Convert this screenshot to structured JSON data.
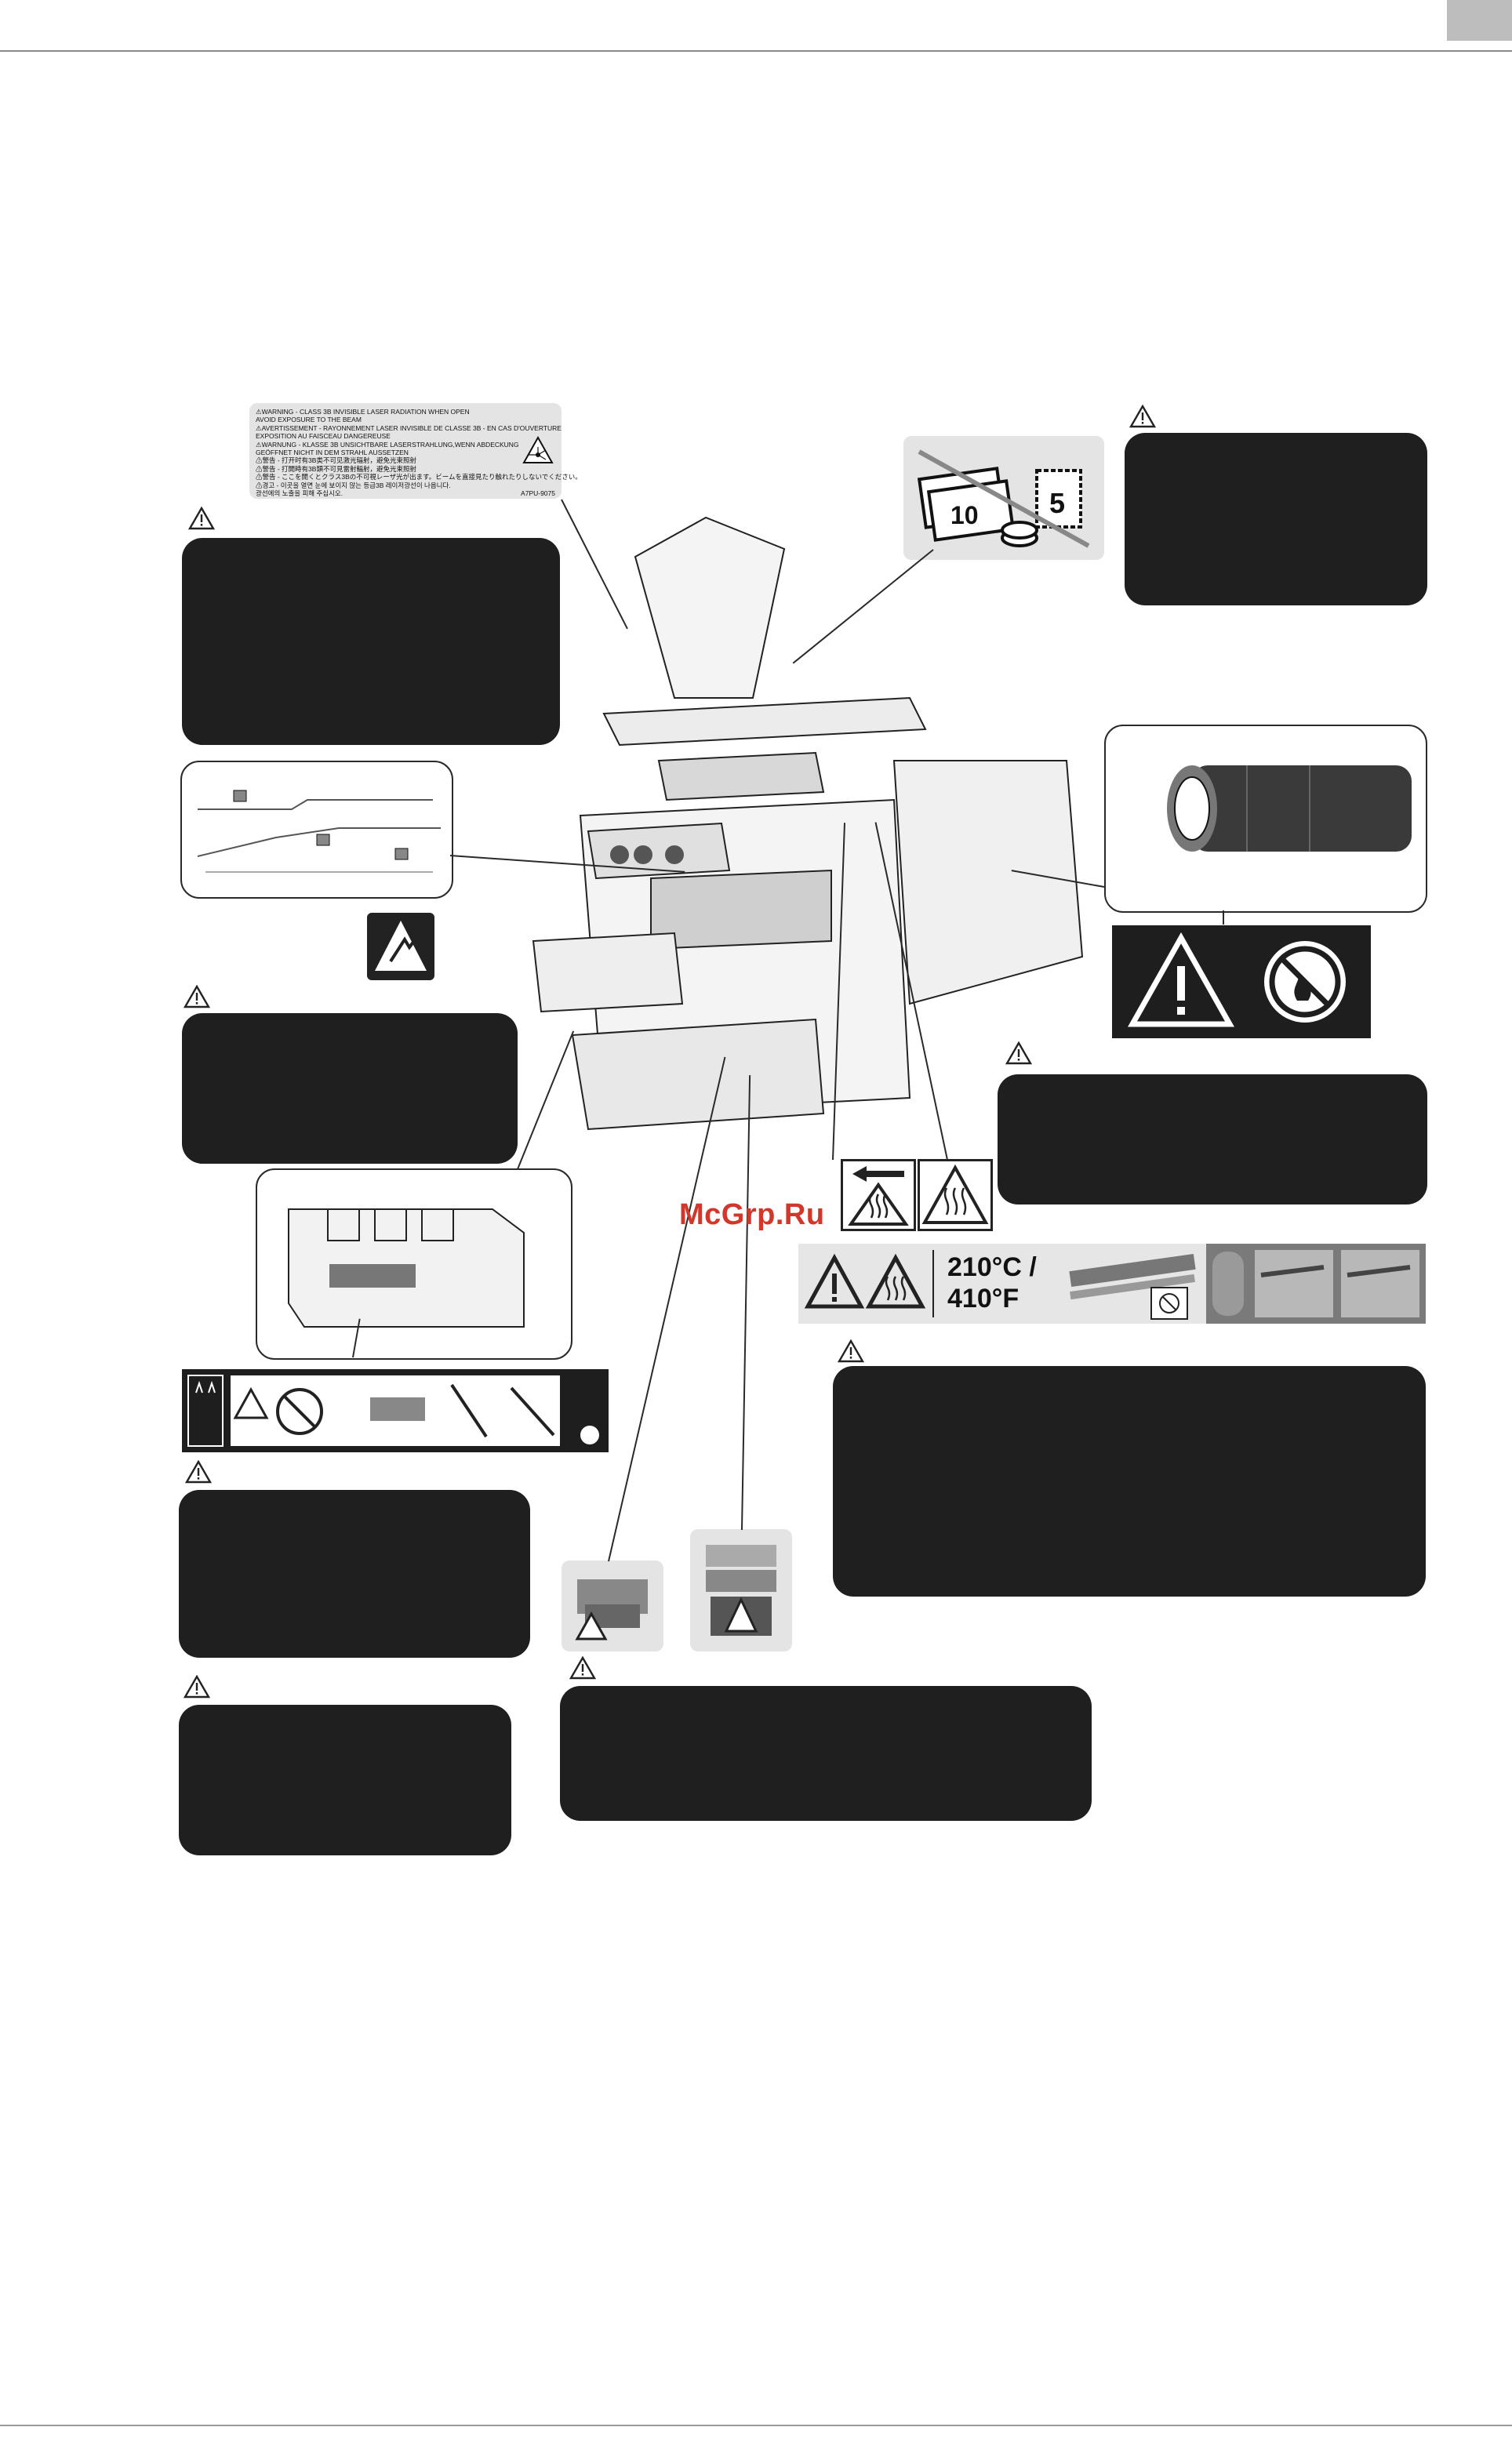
{
  "page": {
    "accent_color": "#bdbdbd",
    "warning_box_color": "#1f1f1f"
  },
  "laser_label": {
    "lines": [
      "⚠WARNING   - CLASS 3B INVISIBLE LASER RADIATION WHEN OPEN",
      "                      AVOID EXPOSURE TO THE BEAM",
      "⚠AVERTISSEMENT - RAYONNEMENT LASER INVISIBLE DE CLASSE 3B - EN CAS D'OUVERTURE",
      "                      EXPOSITION AU FAISCEAU DANGEREUSE",
      "⚠WARNUNG   - KLASSE 3B UNSICHTBARE LASERSTRAHLUNG,WENN ABDECKUNG",
      "                      GEÖFFNET NICHT IN DEM STRAHL AUSSETZEN",
      "⚠警告         - 打开时有3B类不可见激光辐射，避免光束照射",
      "⚠警告         - 打開時有3B類不可見雷射輻射，避免光束照射",
      "⚠警告         - ここを開くとクラス3Bの不可視レーザ光が出ます。ビームを直接見たり触れたりしないでください。",
      "⚠경고         - 이곳을 열면 눈에 보이지 않는 등급3B 레이저광선이 나옵니다.",
      "                      광선에의 노출을 피해 주십시오."
    ],
    "code": "A7PU-9075"
  },
  "fuser_label": {
    "temp_c": "210°C /",
    "temp_f": "410°F"
  },
  "watermark": "McGrp.Ru",
  "icons": {
    "warning": "warning-triangle-icon",
    "esd": "esd-icon",
    "hot": "hot-surface-icon",
    "fire": "no-fire-icon",
    "money": "no-banknotes-icon"
  }
}
